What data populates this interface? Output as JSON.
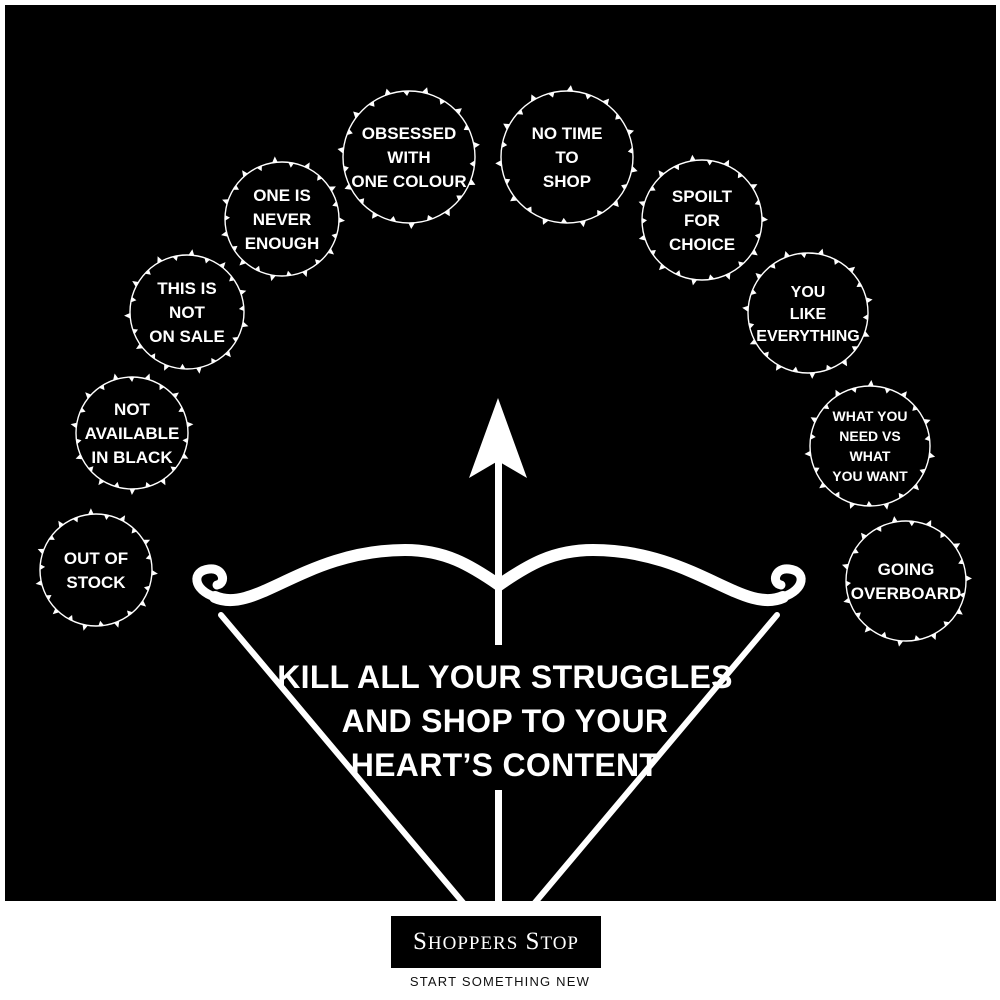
{
  "colors": {
    "background": "#000000",
    "foreground": "#ffffff",
    "footer": "#ffffff"
  },
  "bubbles": [
    {
      "lines": [
        "OUT OF",
        "STOCK"
      ]
    },
    {
      "lines": [
        "NOT",
        "AVAILABLE",
        "IN BLACK"
      ]
    },
    {
      "lines": [
        "THIS IS",
        "NOT",
        "ON SALE"
      ]
    },
    {
      "lines": [
        "ONE IS",
        "NEVER",
        "ENOUGH"
      ]
    },
    {
      "lines": [
        "OBSESSED",
        "WITH",
        "ONE COLOUR"
      ]
    },
    {
      "lines": [
        "NO TIME",
        "TO",
        "SHOP"
      ]
    },
    {
      "lines": [
        "SPOILT",
        "FOR",
        "CHOICE"
      ]
    },
    {
      "lines": [
        "YOU",
        "LIKE",
        "EVERYTHING"
      ]
    },
    {
      "lines": [
        "WHAT YOU",
        "NEED VS",
        "WHAT",
        "YOU WANT"
      ]
    },
    {
      "lines": [
        "GOING",
        "OVERBOARD"
      ]
    }
  ],
  "headline": {
    "line1": "KILL ALL YOUR STRUGGLES",
    "line2": "AND SHOP TO YOUR",
    "line3": "HEART’S CONTENT"
  },
  "icons": {
    "bow": "bow-icon",
    "arrow": "arrow-icon",
    "wreath": "thorn-wreath-icon"
  },
  "brand": {
    "logo_text": "Shoppers Stop",
    "tagline": "START SOMETHING NEW"
  }
}
